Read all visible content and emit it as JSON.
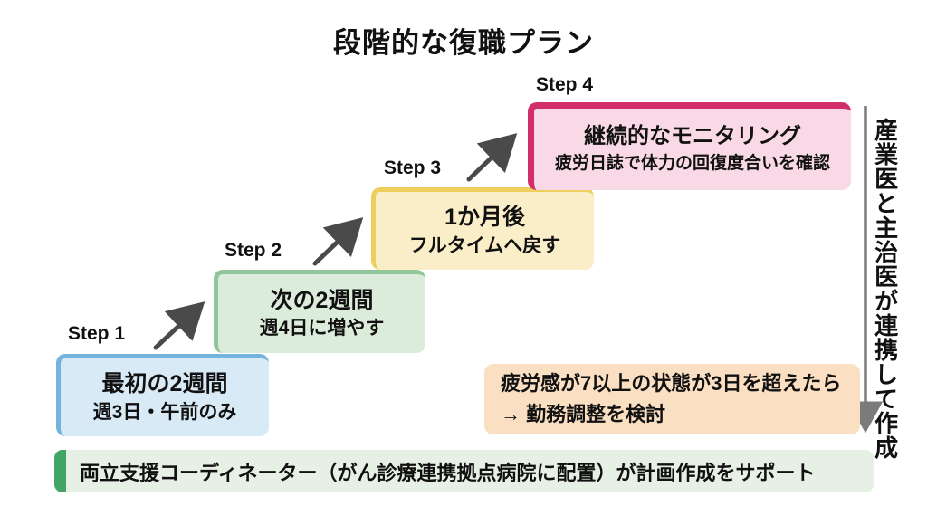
{
  "title": "段階的な復職プラン",
  "steps": [
    {
      "label": "Step 1",
      "line1": "最初の2週間",
      "line2": "週3日・午前のみ",
      "fill": "#d9eaf7",
      "border": "#74b3dc"
    },
    {
      "label": "Step 2",
      "line1": "次の2週間",
      "line2": "週4日に増やす",
      "fill": "#dcecdb",
      "border": "#90c69a"
    },
    {
      "label": "Step 3",
      "line1": "1か月後",
      "line2": "フルタイムへ戻す",
      "fill": "#faeec8",
      "border": "#eecf5e"
    },
    {
      "label": "Step 4",
      "line1": "継続的なモニタリング",
      "line2": "疲労日誌で体力の回復度合いを確認",
      "fill": "#f8d9e5",
      "border": "#d22e68"
    }
  ],
  "icons": {
    "step_arrow": "diagonal-up-right-arrow",
    "timeline_arrow": "vertical-down-arrow",
    "step_arrow_color": "#4a4a4a",
    "timeline_arrow_color": "#7b7b7b"
  },
  "side_note": {
    "text": "産業医と主治医が連携して作成"
  },
  "alert_box": {
    "line1": "疲労感が7以上の状態が3日を超えたら",
    "line2": "→ 勤務調整を検討",
    "fill": "#fbdfc2"
  },
  "footer": {
    "text": "両立支援コーディネーター（がん診療連携拠点病院に配置）が計画作成をサポート",
    "fill": "#e7f0e5",
    "accent": "#42a566"
  }
}
